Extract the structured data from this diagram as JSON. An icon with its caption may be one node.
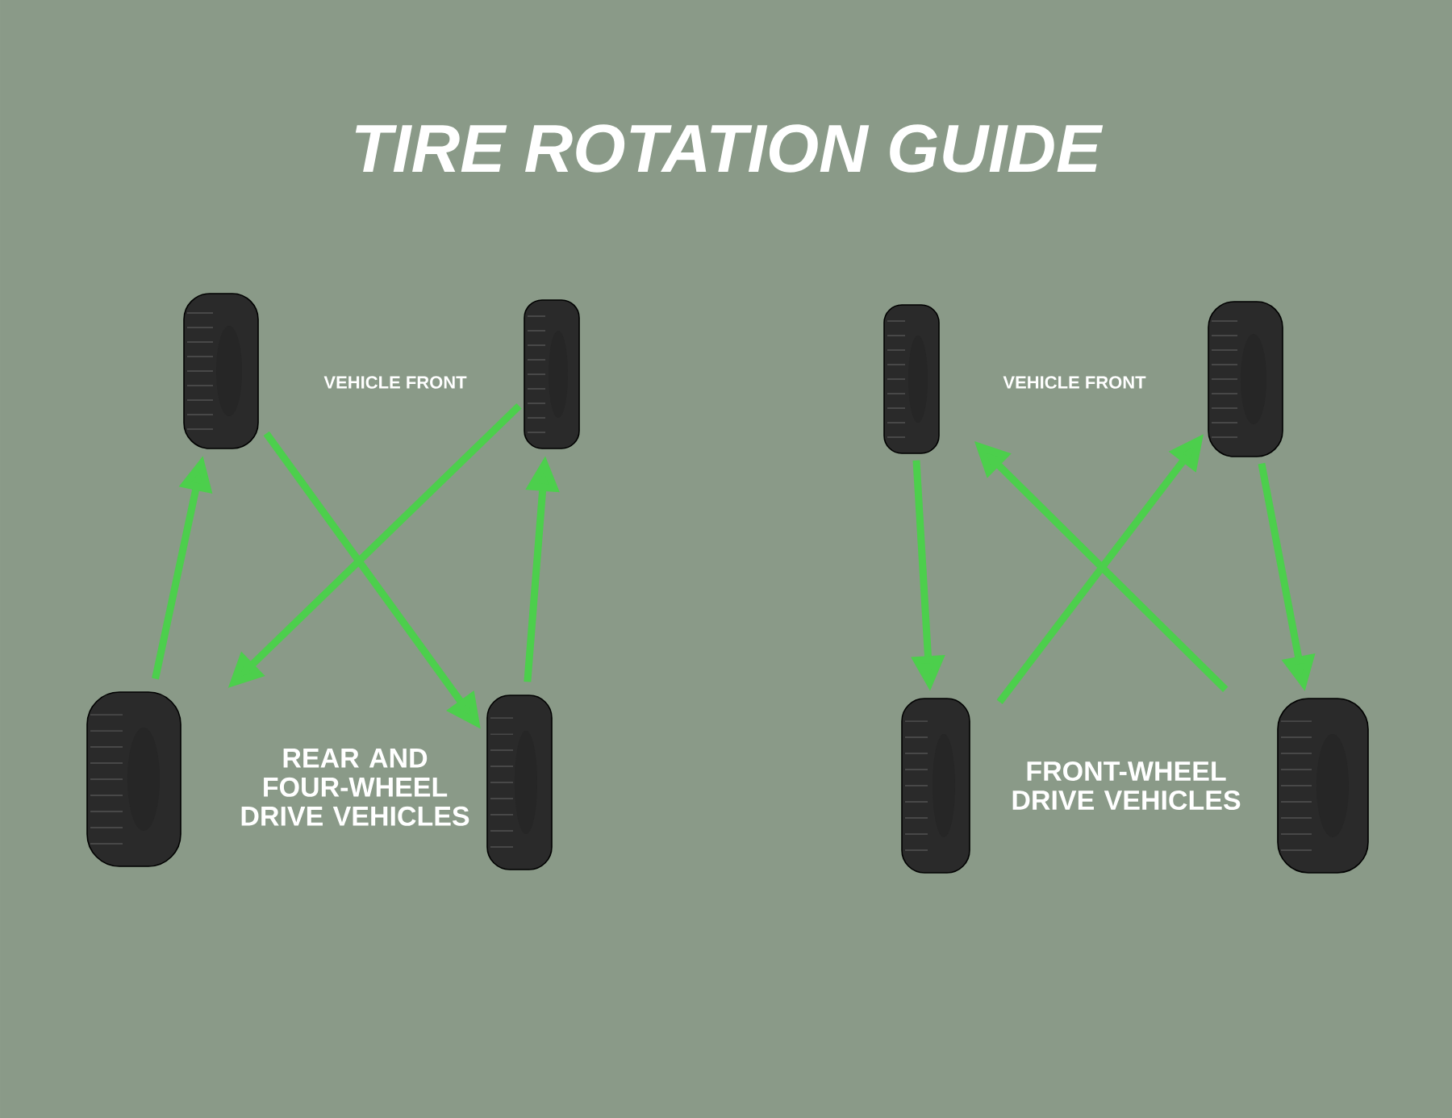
{
  "diagram": {
    "title": "TIRE ROTATION GUIDE",
    "nodes": [
      {
        "text": [],
        "shape": "picture"
      },
      {
        "text": [],
        "shape": "picture"
      },
      {
        "text": [],
        "shape": "picture"
      },
      {
        "text": [],
        "shape": "picture"
      },
      {
        "text": [],
        "shape": "picture"
      },
      {
        "text": [],
        "shape": "picture"
      },
      {
        "text": [],
        "shape": "picture"
      },
      {
        "text": [],
        "shape": "picture"
      }
    ],
    "edges": [
      {
        "from": 2,
        "to": 0,
        "arrow": "to"
      },
      {
        "from": 0,
        "to": 3,
        "arrow": "to"
      },
      {
        "from": 1,
        "to": 2,
        "arrow": "to"
      },
      {
        "from": 3,
        "to": 1,
        "arrow": "to"
      },
      {
        "from": 4,
        "to": 6,
        "arrow": "to"
      },
      {
        "from": 7,
        "to": 4,
        "arrow": "to"
      },
      {
        "from": 6,
        "to": 5,
        "arrow": "to"
      },
      {
        "from": 5,
        "to": 7,
        "arrow": "to"
      }
    ],
    "labels": [
      "VEHICLE FRONT",
      "VEHICLE FRONT",
      "REAR AND FOUR-WHEEL DRIVE VEHICLES",
      "FRONT-WHEEL DRIVE VEHICLES"
    ]
  }
}
